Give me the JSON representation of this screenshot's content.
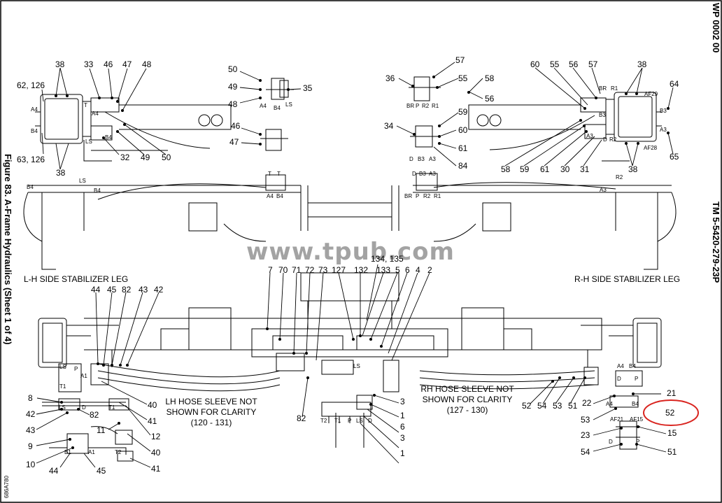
{
  "figure_title": "Figure 83. A-Frame Hydraulics (Sheet 1 of 4)",
  "header_wp": "WP 0002 00",
  "header_tm": "TM 5-5420-279-23P",
  "watermark": "www.tpub.com",
  "image_code": "686A780",
  "section_labels": {
    "lh_leg": "L-H SIDE STABILIZER LEG",
    "rh_leg": "R-H SIDE STABILIZER LEG"
  },
  "notes": {
    "lh_hose_line1": "LH HOSE SLEEVE NOT",
    "lh_hose_line2": "SHOWN FOR CLARITY",
    "lh_hose_line3": "(120 - 131)",
    "rh_hose_line1": "RH HOSE SLEEVE NOT",
    "rh_hose_line2": "SHOWN FOR CLARITY",
    "rh_hose_line3": "(127 - 130)"
  },
  "callouts": {
    "c38a": "38",
    "c33": "33",
    "c46a": "46",
    "c47a": "47",
    "c48a": "48",
    "c62": "62, 126",
    "c63": "63, 126",
    "c32": "32",
    "c49a": "49",
    "c50a": "50",
    "c38b": "38",
    "c50b": "50",
    "c49b": "49",
    "c48b": "48",
    "c35": "35",
    "c46b": "46",
    "c47b": "47",
    "c57a": "57",
    "c36": "36",
    "c55a": "55",
    "c58a": "58",
    "c56a": "56",
    "c59": "59",
    "c34": "34",
    "c60a": "60",
    "c61a": "61",
    "c84": "84",
    "c60b": "60",
    "c55b": "55",
    "c56b": "56",
    "c57b": "57",
    "c38c": "38",
    "c64": "64",
    "c65": "65",
    "c58b": "58",
    "c59b": "59",
    "c61b": "61",
    "c30": "30",
    "c31": "31",
    "c38d": "38",
    "c134": "134, 135",
    "c7": "7",
    "c70": "70",
    "c71": "71",
    "c72": "72",
    "c73": "73",
    "c127": "127",
    "c132": "132",
    "c133": "133",
    "c5": "5",
    "c6a": "6",
    "c4": "4",
    "c2": "2",
    "c44a": "44",
    "c45a": "45",
    "c82a": "82",
    "c43a": "43",
    "c42a": "42",
    "c8": "8",
    "c42b": "42",
    "c43b": "43",
    "c82b": "82",
    "c11": "11",
    "c9": "9",
    "c10": "10",
    "c44b": "44",
    "c45b": "45",
    "c40a": "40",
    "c41a": "41",
    "c12": "12",
    "c40b": "40",
    "c41b": "41",
    "c82c": "82",
    "c3a": "3",
    "c1a": "1",
    "c6b": "6",
    "c3b": "3",
    "c1b": "1",
    "c52a": "52",
    "c54a": "54",
    "c53a": "53",
    "c51a": "51",
    "c21": "21",
    "c22": "22",
    "c53b": "53",
    "c52b": "52",
    "c23": "23",
    "c15": "15",
    "c54b": "54",
    "c51b": "51"
  },
  "port_labels": {
    "p1": "A4",
    "p2": "B4",
    "p3": "T",
    "p4": "A4",
    "p5": "LS",
    "p6": "B4",
    "p7": "LS",
    "p8": "B4",
    "p9": "B4",
    "p10": "A4",
    "p11": "B4",
    "p12": "LS",
    "p13": "T",
    "p14": "T",
    "p15": "A4",
    "p16": "B4",
    "p17": "BR",
    "p18": "P",
    "p19": "R2",
    "p20": "R1",
    "p21": "D",
    "p22": "B3",
    "p23": "A3",
    "p24": "D",
    "p25": "B3",
    "p26": "A3",
    "p27": "BR",
    "p28": "P",
    "p29": "R2",
    "p30": "R1",
    "p31": "BR",
    "p32": "R1",
    "p33": "AF29",
    "p34": "B3",
    "p35": "A3",
    "p36": "B3",
    "p37": "A3",
    "p38": "D",
    "p39": "R2",
    "p40": "AF28",
    "p41": "R2",
    "p42": "A3",
    "p43": "LS",
    "p44": "P",
    "p45": "T1",
    "p46": "A1",
    "p47": "LS",
    "p48": "D",
    "p49": "T1",
    "p50": "B1",
    "p51": "A1",
    "p52": "T2",
    "p53": "T2",
    "p54": "T1",
    "p55": "P",
    "p56": "LS",
    "p57": "D",
    "p58": "LS",
    "p59": "A4",
    "p60": "B4",
    "p61": "D",
    "p62": "P",
    "p63": "A4",
    "p64": "B4",
    "p65": "AF21",
    "p66": "AF15",
    "p67": "D",
    "p68": "P"
  },
  "highlight_color": "#d9241f"
}
